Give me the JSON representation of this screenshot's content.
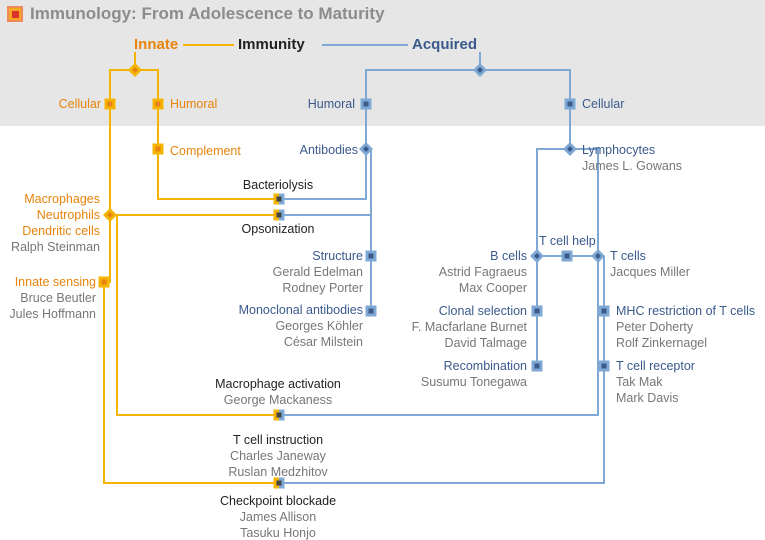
{
  "title": "Immunology: From Adolescence to Maturity",
  "colors": {
    "innate": "#f5b400",
    "acquired": "#7fa9d4",
    "orange_text": "#e8840c",
    "blue_text": "#3b5a8c",
    "band": "#e6e6e6"
  },
  "top": {
    "innate": "Innate",
    "immunity": "Immunity",
    "acquired": "Acquired"
  },
  "innate": {
    "cellular": "Cellular",
    "humoral": "Humoral",
    "complement": "Complement",
    "cells": {
      "l1": "Macrophages",
      "l2": "Neutrophils",
      "l3": "Dendritic cells",
      "person": "Ralph Steinman"
    },
    "sensing": {
      "label": "Innate sensing",
      "p1": "Bruce Beutler",
      "p2": "Jules Hoffmann"
    }
  },
  "acquired": {
    "humoral": "Humoral",
    "cellular": "Cellular",
    "antibodies": "Antibodies",
    "lymphocytes": {
      "label": "Lymphocytes",
      "person": "James L. Gowans"
    },
    "structure": {
      "label": "Structure",
      "p1": "Gerald Edelman",
      "p2": "Rodney Porter"
    },
    "monoclonal": {
      "label": "Monoclonal antibodies",
      "p1": "Georges Köhler",
      "p2": "César Milstein"
    },
    "bcells": {
      "label": "B cells",
      "p1": "Astrid Fagraeus",
      "p2": "Max Cooper"
    },
    "tcellhelp": "T cell help",
    "tcells": {
      "label": "T cells",
      "person": "Jacques Miller"
    },
    "clonal": {
      "label": "Clonal selection",
      "p1": "F. Macfarlane Burnet",
      "p2": "David Talmage"
    },
    "recombination": {
      "label": "Recombination",
      "person": "Susumu Tonegawa"
    },
    "mhc": {
      "label": "MHC restriction of T cells",
      "p1": "Peter Doherty",
      "p2": "Rolf Zinkernagel"
    },
    "tcr": {
      "label": "T cell receptor",
      "p1": "Tak Mak",
      "p2": "Mark Davis"
    }
  },
  "convergence": {
    "bacteriolysis": "Bacteriolysis",
    "opsonization": "Opsonization",
    "macrophage_activation": {
      "label": "Macrophage activation",
      "person": "George Mackaness"
    },
    "tcell_instruction": {
      "label": "T cell instruction",
      "p1": "Charles Janeway",
      "p2": "Ruslan Medzhitov"
    },
    "checkpoint": {
      "label": "Checkpoint blockade",
      "p1": "James Allison",
      "p2": "Tasuku Honjo"
    }
  }
}
